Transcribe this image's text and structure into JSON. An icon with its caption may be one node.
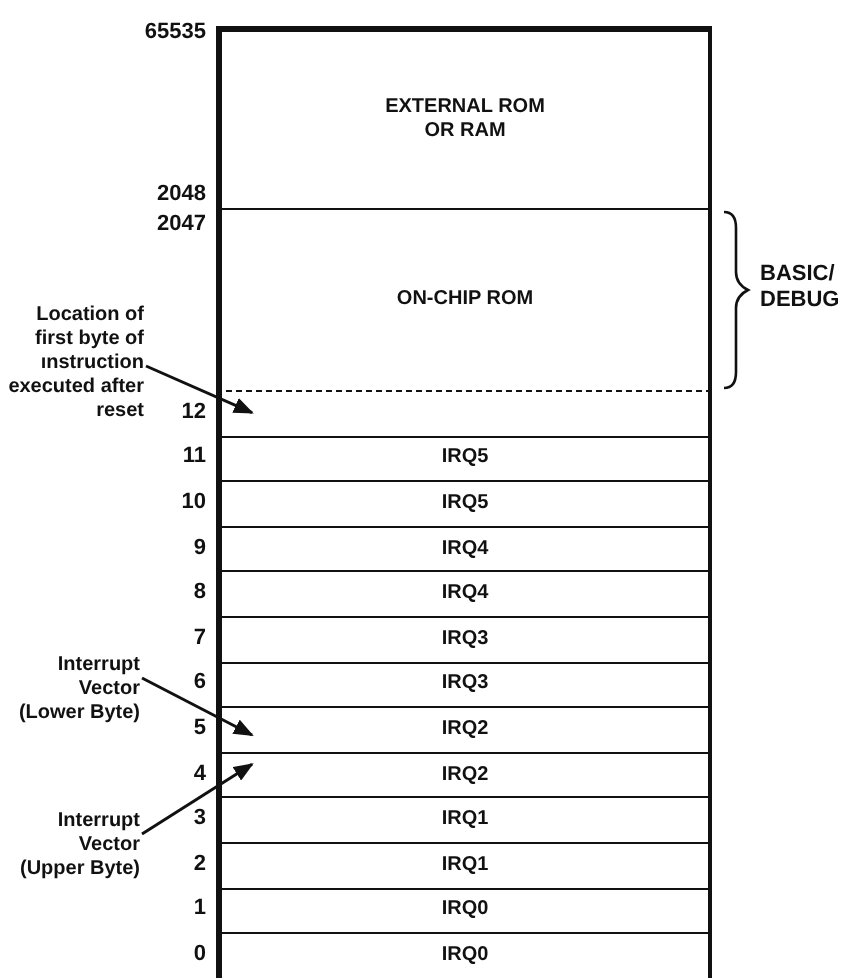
{
  "diagram": {
    "nodes": [
      {
        "text": [
          "EXTERNAL ROM OR RAM"
        ]
      },
      {
        "text": [
          "ON-CHIP ROM"
        ]
      },
      {
        "text": [],
        "shape": "box"
      },
      {
        "text": [
          "IRQ5"
        ]
      },
      {
        "text": [
          "IRQ5"
        ]
      },
      {
        "text": [
          "IRQ4"
        ]
      },
      {
        "text": [
          "IRQ4"
        ]
      },
      {
        "text": [
          "IRQ3"
        ]
      },
      {
        "text": [
          "IRQ3"
        ]
      },
      {
        "text": [
          "IRQ2"
        ]
      },
      {
        "text": [
          "IRQ2"
        ]
      },
      {
        "text": [
          "IRQ1"
        ]
      },
      {
        "text": [
          "IRQ1"
        ]
      },
      {
        "text": [
          "IRQ0"
        ]
      },
      {
        "text": [
          "IRQ0"
        ]
      },
      {
        "text": [
          "Location of first byte of ınstruction executed after reset"
        ]
      },
      {
        "text": [
          "Interrupt Vector (Lower Byte)"
        ]
      },
      {
        "text": [
          "Interrupt Vector (Upper Byte)"
        ]
      }
    ],
    "edges": [
      {
        "from": 15,
        "to": 2,
        "arrow": "to"
      },
      {
        "from": 16,
        "to": 9,
        "arrow": "to"
      },
      {
        "from": 17,
        "to": 10,
        "arrow": "to"
      }
    ],
    "labels": [
      "65535",
      "2048",
      "2047",
      "BASIC/ DEBUG",
      "12",
      "11",
      "10",
      "9",
      "8",
      "7",
      "6",
      "5",
      "4",
      "3",
      "2",
      "1",
      "0"
    ]
  }
}
